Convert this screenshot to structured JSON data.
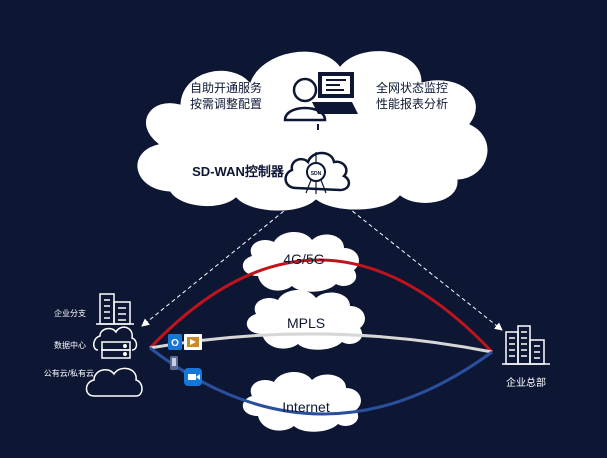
{
  "cloud_labels": {
    "self_service": [
      "自助开通服务",
      "按需调整配置"
    ],
    "monitoring": [
      "全网状态监控",
      "性能报表分析"
    ],
    "controller": "SD-WAN控制器",
    "controller_badge": "SDN"
  },
  "links": {
    "lte": "4G/5G",
    "mpls": "MPLS",
    "internet": "Internet"
  },
  "sites": {
    "branch": "企业分支",
    "datacenter": "数据中心",
    "cloud": "公有云/私有云",
    "hq": "企业总部"
  },
  "app_icons": [
    "O",
    "Z"
  ],
  "colors": {
    "background": "#0d1734",
    "lte_line": "#c0141c",
    "mpls_line": "#d7d7d7",
    "internet_line": "#2a4f9c",
    "cloud_fill": "#ffffff",
    "app_blue": "#1777d6"
  }
}
